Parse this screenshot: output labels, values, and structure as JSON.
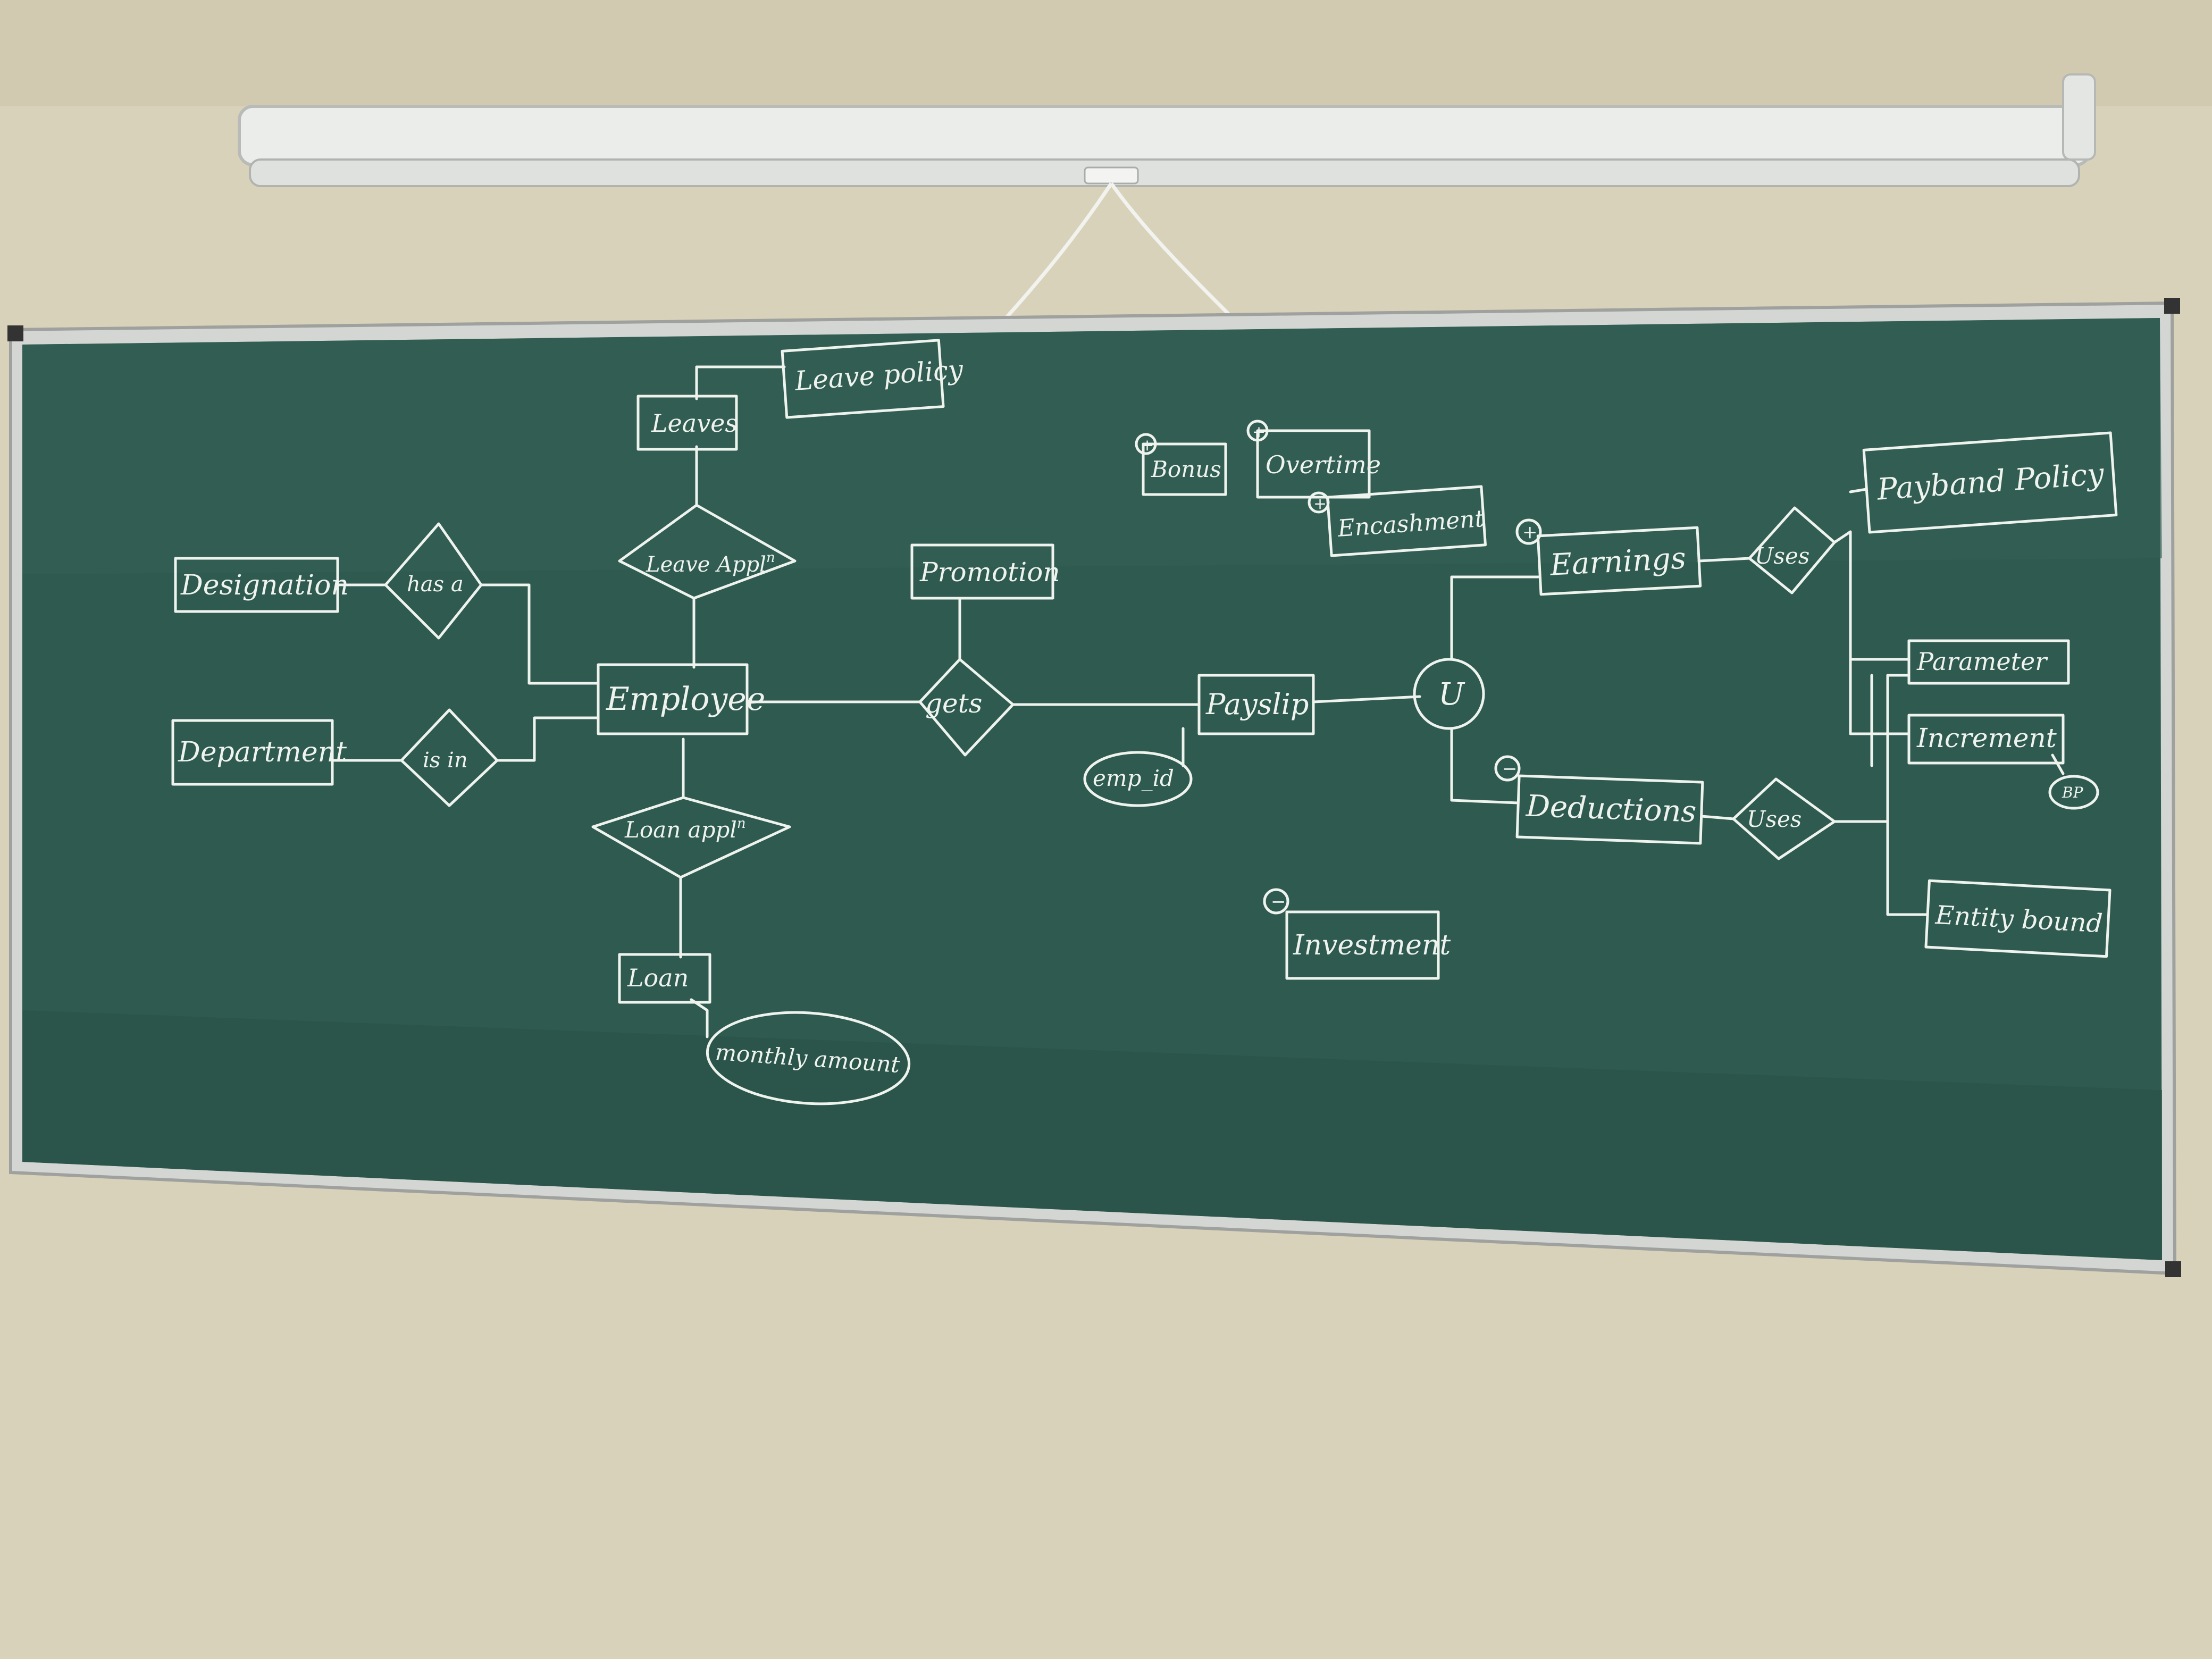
{
  "colors": {
    "wall": "#d8d1b9",
    "board": "#2f5a50",
    "frame": "#c9ccc8",
    "chalk": "#eef3ee",
    "screen_case": "#e9ebe8"
  },
  "entities": {
    "leave_policy": "Leave policy",
    "leaves": "Leaves",
    "designation": "Designation",
    "department": "Department",
    "employee": "Employee",
    "promotion": "Promotion",
    "payslip": "Payslip",
    "loan": "Loan",
    "bonus": "Bonus",
    "overtime": "Overtime",
    "encashment": "Encashment",
    "earnings": "Earnings",
    "deductions": "Deductions",
    "investment": "Investment",
    "payband_policy": "Payband Policy",
    "parameter": "Parameter",
    "increment": "Increment",
    "entity_bound": "Entity bound"
  },
  "relationships": {
    "has_a": "has a",
    "is_in": "is in",
    "leave_appl": "Leave Appl",
    "leave_appl_sup": "n",
    "loan_appl": "Loan appl",
    "loan_appl_sup": "n",
    "gets": "gets",
    "uses_earnings": "Uses",
    "uses_deductions": "Uses"
  },
  "attributes": {
    "emp_id": "emp_id",
    "monthly_amount": "monthly amount",
    "bp": "BP"
  },
  "symbols": {
    "union": "U",
    "plus": "+",
    "minus": "−"
  }
}
